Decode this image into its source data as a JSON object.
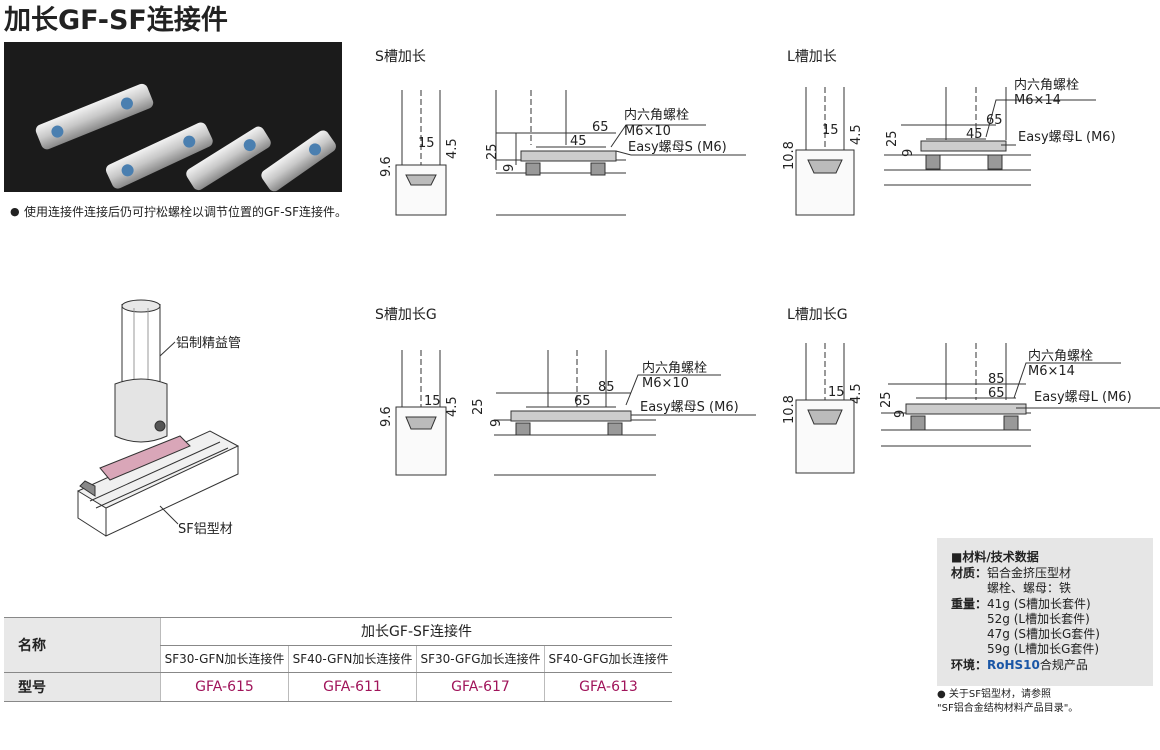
{
  "title": "加长GF-SF连接件",
  "bullet_note": "使用连接件连接后仍可拧松螺栓以调节位置的GF-SF连接件。",
  "assembly_labels": {
    "pipe": "铝制精益管",
    "profile": "SF铝型材"
  },
  "diagrams": [
    {
      "label": "S槽加长",
      "dims_left": [
        "15",
        "9.6",
        "4.5"
      ],
      "dims_right": [
        "65",
        "45",
        "25",
        "9"
      ],
      "callout_bolt": "内六角螺栓",
      "callout_bolt_size": "M6×10",
      "callout_nut": "Easy螺母S (M6)"
    },
    {
      "label": "L槽加长",
      "dims_left": [
        "15",
        "10.8",
        "4.5"
      ],
      "dims_right": [
        "65",
        "45",
        "25",
        "9"
      ],
      "callout_bolt": "内六角螺栓",
      "callout_bolt_size": "M6×14",
      "callout_nut": "Easy螺母L (M6)"
    },
    {
      "label": "S槽加长G",
      "dims_left": [
        "15",
        "9.6",
        "4.5"
      ],
      "dims_right": [
        "85",
        "65",
        "25",
        "9"
      ],
      "callout_bolt": "内六角螺栓",
      "callout_bolt_size": "M6×10",
      "callout_nut": "Easy螺母S (M6)"
    },
    {
      "label": "L槽加长G",
      "dims_left": [
        "15",
        "10.8",
        "4.5"
      ],
      "dims_right": [
        "85",
        "65",
        "25",
        "9"
      ],
      "callout_bolt": "内六角螺栓",
      "callout_bolt_size": "M6×14",
      "callout_nut": "Easy螺母L (M6)"
    }
  ],
  "table": {
    "name_header": "名称",
    "model_header": "型号",
    "group_header": "加长GF-SF连接件",
    "names": [
      "SF30-GFN加长连接件",
      "SF40-GFN加长连接件",
      "SF30-GFG加长连接件",
      "SF40-GFG加长连接件"
    ],
    "models": [
      "GFA-615",
      "GFA-611",
      "GFA-617",
      "GFA-613"
    ]
  },
  "material": {
    "title": "■材料/技术数据",
    "material_label": "材质：",
    "material_line1": "铝合金挤压型材",
    "material_line2": "螺栓、螺母：铁",
    "weight_label": "重量：",
    "weights": [
      "41g (S槽加长套件)",
      "52g (L槽加长套件)",
      "47g (S槽加长G套件)",
      "59g (L槽加长G套件)"
    ],
    "env_label": "环境：",
    "env_rohs": "RoHS10",
    "env_text": "合规产品"
  },
  "footnote_line1": "关于SF铝型材，请参照",
  "footnote_line2": "\"SF铝合金结构材料产品目录\"。",
  "colors": {
    "model_text": "#a0145a",
    "rohs": "#1a56a6",
    "box_bg": "#e6e6e6",
    "highlight": "#d9a6b8"
  }
}
